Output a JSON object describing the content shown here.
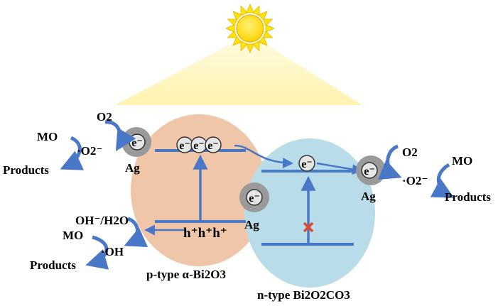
{
  "colors": {
    "sun_fill": "#ffe600",
    "sun_ray": "#ffe600",
    "sun_outline": "#e0a000",
    "light_beam": "#fff6c2",
    "bi2o3_fill": "#f0c6a8",
    "bi2o2co3_fill": "#b8dde8",
    "band_line": "#4a78c8",
    "arrow_blue": "#4a78c8",
    "ag_fill": "#9a9a9a",
    "electron_fill": "#e6e6e6",
    "block_mark": "#e0462a"
  },
  "icons": {
    "sun": "sun-icon",
    "blocked": "red-x-icon"
  },
  "labels": {
    "left_o2": "O2",
    "left_mo": "MO",
    "left_superoxide": "·O2⁻",
    "left_products": "Products",
    "left_ag": "Ag",
    "oh_h2o": "OH⁻/H2O",
    "mo_lower": "MO",
    "hydroxyl": "·OH",
    "products_lower": "Products",
    "holes": "h⁺h⁺h⁺",
    "center_ag": "Ag",
    "right_o2": "O2",
    "right_mo": "MO",
    "right_superoxide": "·O2⁻",
    "right_products": "Products",
    "right_ag": "Ag",
    "p_type": "p-type α-Bi2O3",
    "n_type": "n-type Bi2O2CO3",
    "electron": "e⁻"
  }
}
